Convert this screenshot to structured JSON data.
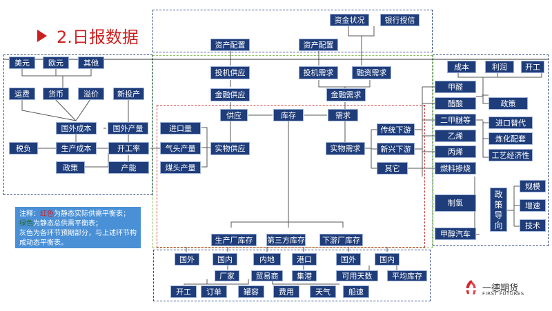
{
  "title": "2.日报数据",
  "colors": {
    "box_fill": "#1f3d7a",
    "title_red": "#cc1f1f",
    "note_bg": "#4a90d6",
    "static_dash": "#d33a3a",
    "total_dash": "#8fc25a",
    "forecast_dash": "#2f4a86"
  },
  "nodes": {
    "usd": "美元",
    "eur": "欧元",
    "other": "其他",
    "freight": "运费",
    "currency": "货币",
    "premium": "溢价",
    "new_capacity": "新投产",
    "foreign_cost": "国外成本",
    "foreign_output": "国外产量",
    "tax": "税负",
    "production_cost": "生产成本",
    "operating_rate": "开工率",
    "policy_left": "政策",
    "capacity": "产能",
    "import_volume": "进口量",
    "gas_output": "气头产量",
    "coal_output": "煤头产量",
    "physical_supply": "实物供应",
    "fund_status": "资金状况",
    "bank_credit": "银行授信",
    "asset_alloc_1": "资产配置",
    "asset_alloc_2": "资产配置",
    "spec_supply": "投机供应",
    "spec_demand": "投机需求",
    "financing_demand": "融资需求",
    "fin_supply": "金融供应",
    "fin_demand": "金融需求",
    "supply": "供应",
    "inventory": "库存",
    "demand": "需求",
    "physical_demand": "实物需求",
    "traditional_downstream": "传统下游",
    "emerging_downstream": "新兴下游",
    "others": "其它",
    "producer_inventory": "生产厂库存",
    "third_party_inventory": "第三方库存",
    "downstream_inventory": "下游厂库存",
    "foreign_a": "国外",
    "domestic_a": "国内",
    "inland": "内地",
    "port": "港口",
    "foreign_b": "国外",
    "domestic_b": "国内",
    "factory": "厂家",
    "trader": "贸易商",
    "port_gather": "集港",
    "usable_days": "可用天数",
    "avg_inventory": "平均库存",
    "start_up": "开工",
    "orders": "订单",
    "tank_capacity": "罐容",
    "costs": "费用",
    "weather": "天气",
    "shipping_speed": "船速",
    "cost_r": "成本",
    "profit_r": "利润",
    "operation_r": "开工",
    "formaldehyde": "甲醛",
    "acetic_acid": "醋酸",
    "dme": "二甲醚等",
    "ethylene": "乙烯",
    "propylene": "丙烯",
    "fuel_blending": "燃料掺烧",
    "hydrogen": "制氢",
    "methanol_car": "甲醇汽车",
    "policy_right": "政策",
    "import_substitution": "进口替代",
    "refining_matching": "炼化配套",
    "process_economics": "工艺经济性",
    "policy_guidance_chars": [
      "政",
      "策",
      "导",
      "向"
    ],
    "scale": "规模",
    "growth_rate": "增速",
    "technology": "技术"
  },
  "note": {
    "prefix": "注释：",
    "red_text": "红色",
    "red_desc": "为静态实际供需平衡表；",
    "green_text": "绿色",
    "green_desc": "为静态总供需平衡表；",
    "gray_text": "灰色",
    "gray_desc": "为各环节预期部分，与上述环节构成动态平衡表。"
  },
  "logo": {
    "cn": "一德期货",
    "en": "FIRST FUTURES"
  }
}
